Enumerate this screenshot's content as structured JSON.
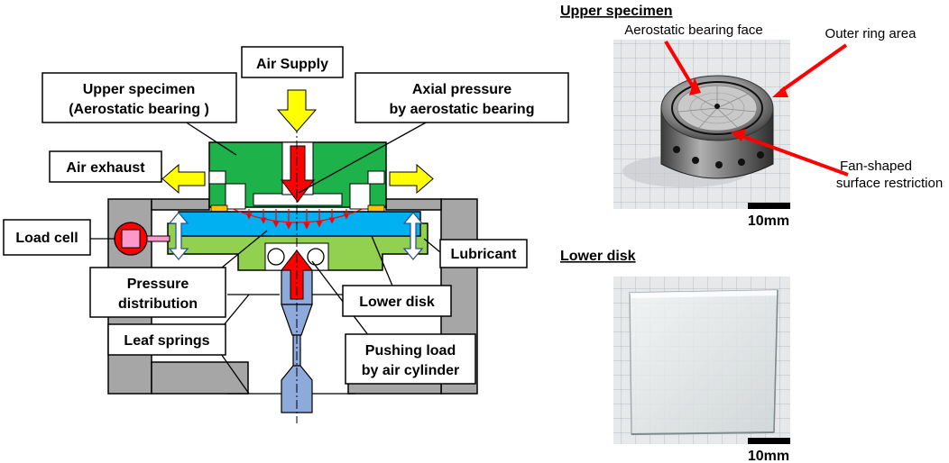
{
  "diagram": {
    "labels": {
      "air_supply": "Air Supply",
      "upper_specimen_l1": "Upper specimen",
      "upper_specimen_l2": "(Aerostatic bearing )",
      "axial_pressure_l1": "Axial pressure",
      "axial_pressure_l2": "by aerostatic bearing",
      "air_exhaust": "Air exhaust",
      "load_cell": "Load cell",
      "lubricant": "Lubricant",
      "pressure_distribution_l1": "Pressure",
      "pressure_distribution_l2": "distribution",
      "lower_disk": "Lower disk",
      "leaf_springs": "Leaf springs",
      "pushing_load_l1": "Pushing load",
      "pushing_load_l2": "by air cylinder"
    },
    "colors": {
      "green_dark": "#1db34a",
      "green_light": "#92d050",
      "blue": "#00b0f0",
      "red": "#ff0000",
      "yellow": "#ffff00",
      "gray": "#a6a6a6",
      "steel_blue": "#8eaadb",
      "pink": "#ff99cc",
      "orange": "#ffc000"
    }
  },
  "photos": {
    "upper": {
      "header": "Upper specimen",
      "label_bearing_face": "Aerostatic bearing face",
      "label_outer_ring": "Outer ring area",
      "label_fan_l1": "Fan-shaped",
      "label_fan_l2": "surface restriction",
      "scale": "10mm"
    },
    "lower": {
      "header": "Lower disk",
      "scale": "10mm"
    }
  }
}
